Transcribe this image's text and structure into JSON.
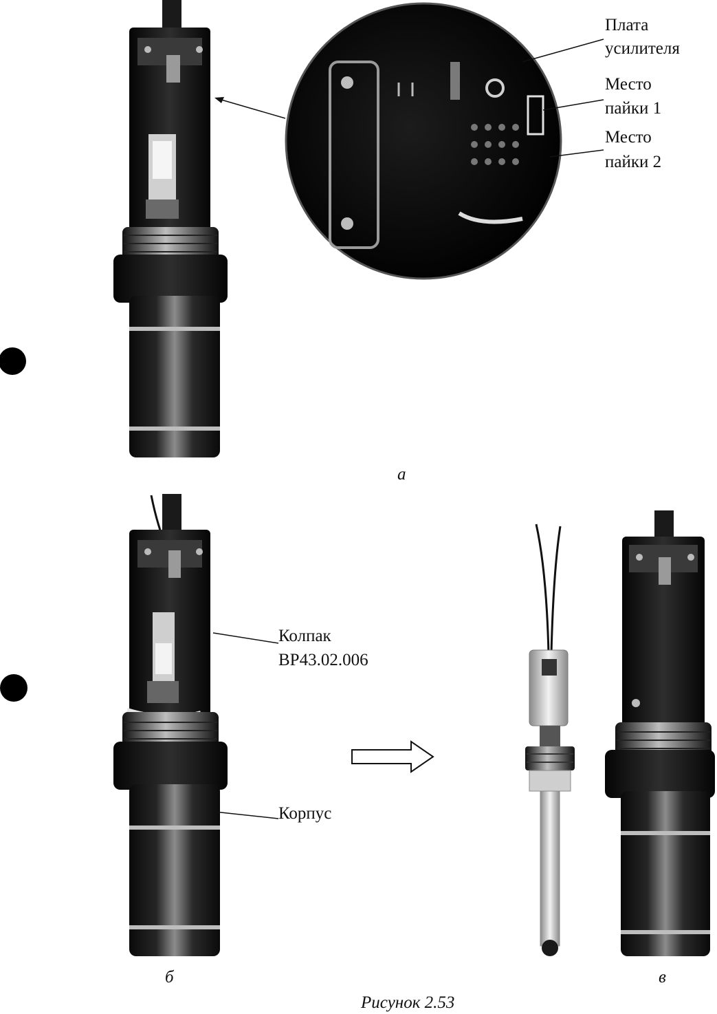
{
  "callouts": {
    "amp_board": [
      "Плата",
      "усилителя"
    ],
    "solder_1": [
      "Место",
      "пайки 1"
    ],
    "solder_2": [
      "Место",
      "пайки 2"
    ],
    "cap": [
      "Колпак",
      "ВР43.02.006"
    ],
    "body": "Корпус"
  },
  "panels": {
    "a": "а",
    "b": "б",
    "v": "в"
  },
  "figure_caption": "Рисунок 2.53"
}
